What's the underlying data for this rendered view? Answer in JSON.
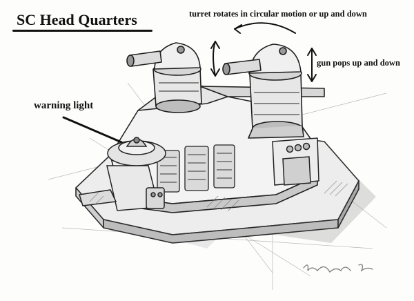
{
  "title": "SC Head Quarters",
  "annotations": {
    "turret": "turret rotates in circular motion or up and down",
    "gun": "gun pops up and down",
    "warning": "warning light"
  },
  "colors": {
    "ink": "#111111",
    "pencil": "#3a3a3a",
    "shadow": "#cfcfcf",
    "paper": "#fdfdfc"
  },
  "signature": "artist signature (handwritten)"
}
